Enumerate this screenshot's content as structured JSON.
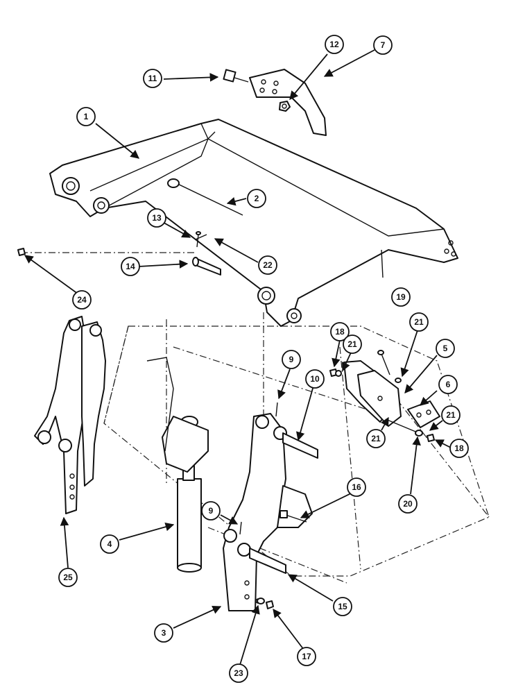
{
  "diagram": {
    "type": "exploded-parts-view",
    "callouts": [
      {
        "id": "c1",
        "label": "1"
      },
      {
        "id": "c2",
        "label": "2"
      },
      {
        "id": "c3",
        "label": "3"
      },
      {
        "id": "c4",
        "label": "4"
      },
      {
        "id": "c5",
        "label": "5"
      },
      {
        "id": "c6",
        "label": "6"
      },
      {
        "id": "c7",
        "label": "7"
      },
      {
        "id": "c9a",
        "label": "9"
      },
      {
        "id": "c9b",
        "label": "9"
      },
      {
        "id": "c10",
        "label": "10"
      },
      {
        "id": "c11",
        "label": "11"
      },
      {
        "id": "c12",
        "label": "12"
      },
      {
        "id": "c13",
        "label": "13"
      },
      {
        "id": "c14",
        "label": "14"
      },
      {
        "id": "c15",
        "label": "15"
      },
      {
        "id": "c16",
        "label": "16"
      },
      {
        "id": "c17",
        "label": "17"
      },
      {
        "id": "c18a",
        "label": "18"
      },
      {
        "id": "c18b",
        "label": "18"
      },
      {
        "id": "c19",
        "label": "19"
      },
      {
        "id": "c20",
        "label": "20"
      },
      {
        "id": "c21a",
        "label": "21"
      },
      {
        "id": "c21b",
        "label": "21"
      },
      {
        "id": "c21c",
        "label": "21"
      },
      {
        "id": "c21d",
        "label": "21"
      },
      {
        "id": "c22",
        "label": "22"
      },
      {
        "id": "c23",
        "label": "23"
      },
      {
        "id": "c24",
        "label": "24"
      },
      {
        "id": "c25",
        "label": "25"
      }
    ]
  }
}
